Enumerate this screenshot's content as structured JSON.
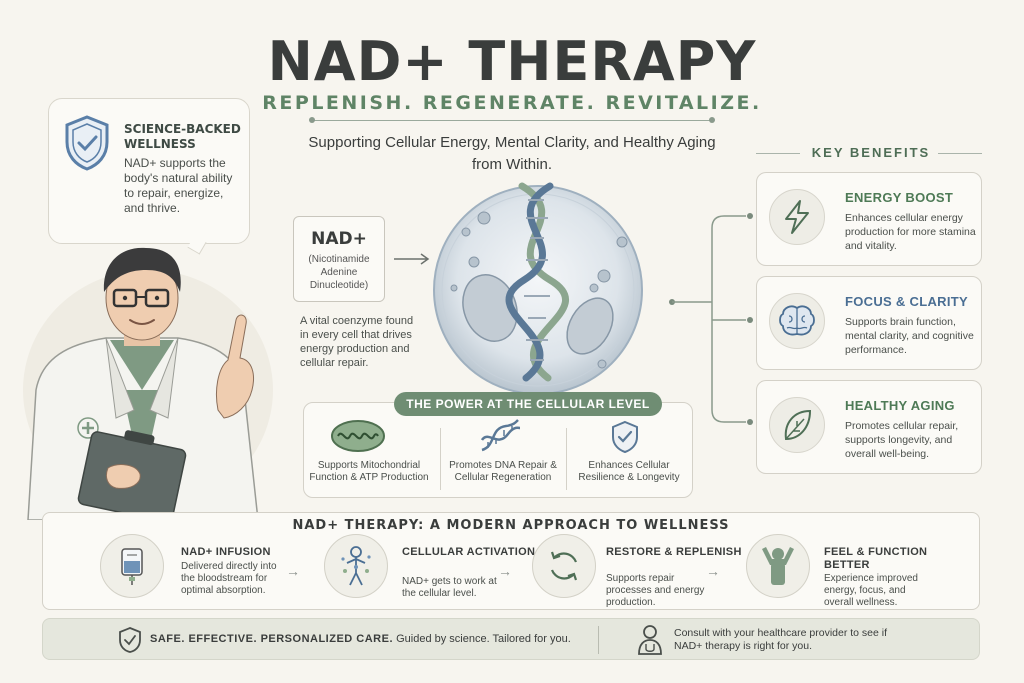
{
  "header": {
    "title": "NAD+ THERAPY",
    "tagline": "REPLENISH. REGENERATE. REVITALIZE.",
    "subtitle": "Supporting Cellular Energy, Mental Clarity, and Healthy Aging from Within."
  },
  "bubble": {
    "title": "SCIENCE-BACKED WELLNESS",
    "text": "NAD+ supports the body's natural ability to repair, energize, and thrive.",
    "icon": "shield-check-icon"
  },
  "nad": {
    "title": "NAD+",
    "full_name": "(Nicotinamide Adenine Dinucleotide)",
    "description": "A vital coenzyme found in every cell that drives energy production and cellular repair."
  },
  "power": {
    "label": "THE POWER AT THE CELLULAR LEVEL",
    "items": [
      {
        "text": "Supports Mitochondrial Function & ATP Production",
        "icon": "mitochondria-icon"
      },
      {
        "text": "Promotes DNA Repair & Cellular Regeneration",
        "icon": "dna-icon"
      },
      {
        "text": "Enhances Cellular Resilience & Longevity",
        "icon": "shield-check-icon"
      }
    ]
  },
  "benefits": {
    "heading": "KEY BENEFITS",
    "items": [
      {
        "title": "ENERGY BOOST",
        "text": "Enhances cellular energy production for more stamina and vitality.",
        "icon": "lightning-icon"
      },
      {
        "title": "FOCUS & CLARITY",
        "text": "Supports brain function, mental clarity, and cognitive performance.",
        "icon": "brain-icon"
      },
      {
        "title": "HEALTHY AGING",
        "text": "Promotes cellular repair, supports longevity, and overall well-being.",
        "icon": "leaf-icon"
      }
    ]
  },
  "approach": {
    "title": "NAD+ THERAPY: A MODERN APPROACH TO WELLNESS",
    "steps": [
      {
        "title": "NAD+ INFUSION",
        "text": "Delivered directly into the bloodstream for optimal absorption.",
        "icon": "iv-bag-icon"
      },
      {
        "title": "CELLULAR ACTIVATION",
        "text": "NAD+ gets to work at the cellular level.",
        "icon": "body-cells-icon"
      },
      {
        "title": "RESTORE & REPLENISH",
        "text": "Supports repair processes and energy production.",
        "icon": "cycle-arrows-icon"
      },
      {
        "title": "FEEL & FUNCTION BETTER",
        "text": "Experience improved energy, focus, and overall wellness.",
        "icon": "person-celebrate-icon"
      }
    ]
  },
  "footer": {
    "left_bold": "SAFE. EFFECTIVE. PERSONALIZED CARE.",
    "left_text": "Guided by science. Tailored for you.",
    "right_text": "Consult with your healthcare provider to see if NAD+ therapy is right for you."
  },
  "colors": {
    "background": "#f7f5ef",
    "accent_green": "#5f8466",
    "accent_blue": "#4a6e93",
    "pill_green": "#6f8d73"
  }
}
